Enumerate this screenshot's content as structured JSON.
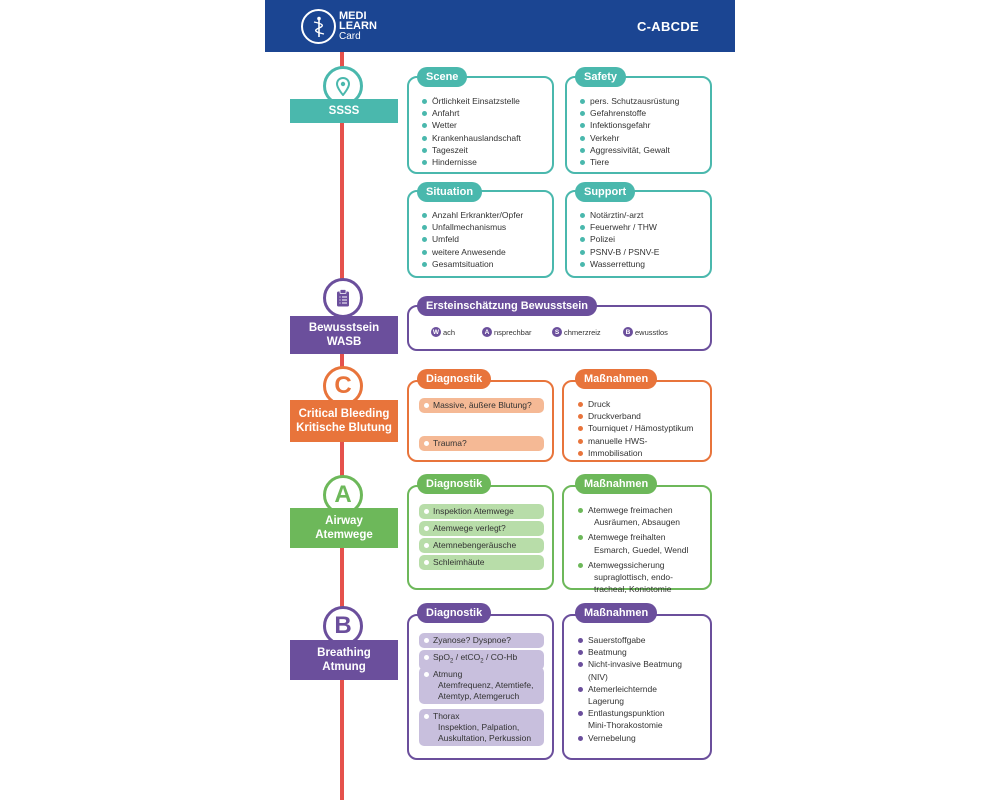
{
  "header": {
    "logo_line1": "MEDI",
    "logo_line2": "LEARN",
    "logo_sub": "Card",
    "title": "C-ABCDE"
  },
  "colors": {
    "teal": "#4ab8ad",
    "purple": "#6b4f9c",
    "orange": "#e8743b",
    "green": "#6db85a",
    "red": "#e5514c",
    "navy": "#1b4592"
  },
  "ssss": {
    "label": "SSSS",
    "icon": "location-pin-icon",
    "scene": {
      "title": "Scene",
      "items": [
        "Örtlichkeit Einsatzstelle",
        "Anfahrt",
        "Wetter",
        "Krankenhauslandschaft",
        "Tageszeit",
        "Hindernisse"
      ]
    },
    "safety": {
      "title": "Safety",
      "items": [
        "pers. Schutzausrüstung",
        "Gefahrenstoffe",
        "Infektionsgefahr",
        "Verkehr",
        "Aggressivität, Gewalt",
        "Tiere"
      ]
    },
    "situation": {
      "title": "Situation",
      "items": [
        "Anzahl Erkrankter/Opfer",
        "Unfallmechanismus",
        "Umfeld",
        "weitere Anwesende",
        "Gesamtsituation"
      ]
    },
    "support": {
      "title": "Support",
      "items": [
        "Notärztin/-arzt",
        "Feuerwehr / THW",
        "Polizei",
        "PSNV-B / PSNV-E",
        "Wasserrettung"
      ]
    }
  },
  "wasb": {
    "label_line1": "Bewusstsein",
    "label_line2": "WASB",
    "icon": "clipboard-icon",
    "title": "Ersteinschätzung Bewusstsein",
    "items": [
      {
        "letter": "W",
        "text": "ach"
      },
      {
        "letter": "A",
        "text": "nsprechbar"
      },
      {
        "letter": "S",
        "text": "chmerzreiz"
      },
      {
        "letter": "B",
        "text": "ewusstlos"
      }
    ]
  },
  "c": {
    "letter": "C",
    "label_line1": "Critical Bleeding",
    "label_line2": "Kritische Blutung",
    "diag_title": "Diagnostik",
    "diag": [
      "Massive, äußere Blutung?",
      "Trauma?"
    ],
    "mass_title": "Maßnahmen",
    "mass": [
      "Druck",
      "Druckverband",
      "Tourniquet / Hämostyptikum",
      "manuelle HWS-",
      "Immobilisation"
    ]
  },
  "a": {
    "letter": "A",
    "label_line1": "Airway",
    "label_line2": "Atemwege",
    "diag_title": "Diagnostik",
    "diag": [
      "Inspektion Atemwege",
      "Atemwege verlegt?",
      "Atemnebengeräusche",
      "Schleimhäute"
    ],
    "mass_title": "Maßnahmen",
    "mass": [
      {
        "l1": "Atemwege freimachen",
        "l2": "Ausräumen, Absaugen"
      },
      {
        "l1": "Atemwege freihalten",
        "l2": "Esmarch, Guedel, Wendl"
      },
      {
        "l1": "Atemwegssicherung",
        "l2": "supraglottisch, endo-",
        "l3": "tracheal, Koniotomie"
      }
    ]
  },
  "b": {
    "letter": "B",
    "label_line1": "Breathing",
    "label_line2": "Atmung",
    "diag_title": "Diagnostik",
    "diag": {
      "d1": "Zyanose? Dyspnoe?",
      "d2_a": "SpO",
      "d2_sub1": "2",
      "d2_b": " / etCO",
      "d2_sub2": "2",
      "d2_c": " / CO-Hb",
      "d3": "Atmung",
      "d3_l2": "Atemfrequenz, Atemtiefe,",
      "d3_l3": "Atemtyp, Atemgeruch",
      "d4": "Thorax",
      "d4_l2": "Inspektion, Palpation,",
      "d4_l3": "Auskultation, Perkussion"
    },
    "mass_title": "Maßnahmen",
    "mass": [
      "Sauerstoffgabe",
      "Beatmung",
      "Nicht-invasive Beatmung",
      "(NIV)",
      "Atemerleichternde",
      "Lagerung",
      "Entlastungspunktion",
      "Mini-Thorakostomie",
      "Vernebelung"
    ]
  }
}
